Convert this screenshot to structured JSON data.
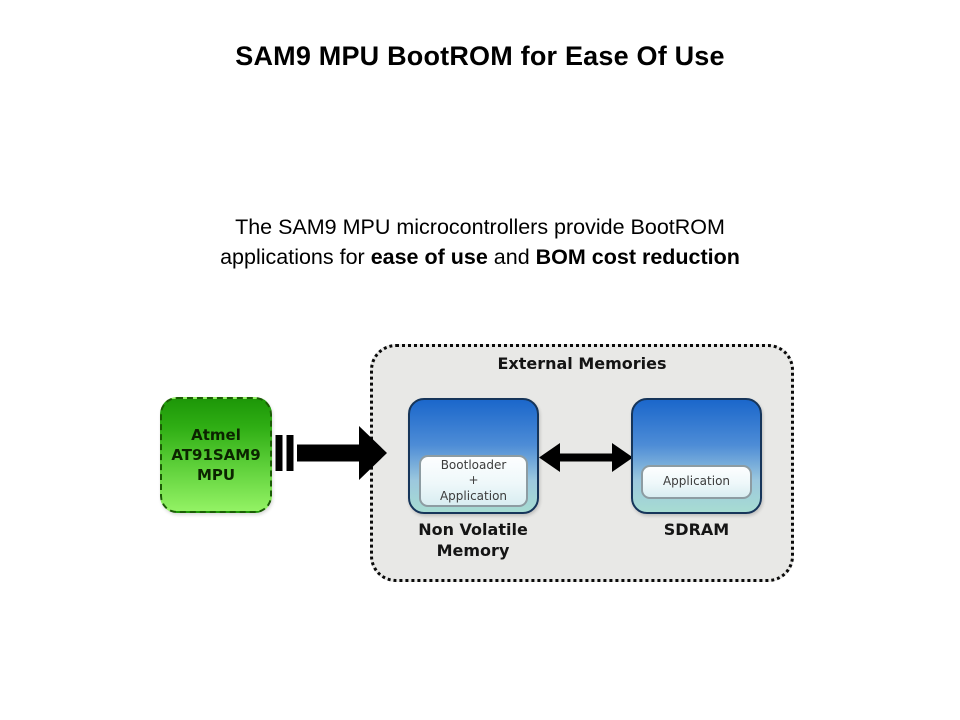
{
  "slide": {
    "title": "SAM9 MPU BootROM for Ease Of Use",
    "subtitle": {
      "line1": "The SAM9 MPU microcontrollers provide BootROM",
      "line2_prefix": "applications for ",
      "line2_bold1": "ease of use",
      "line2_middle": " and ",
      "line2_bold2": "BOM cost reduction"
    }
  },
  "diagram": {
    "mpu_box": {
      "lines": [
        "Atmel",
        "AT91SAM9",
        "MPU"
      ]
    },
    "connector_mpu_to_memories": "striped-right-arrow-icon",
    "external_memories": {
      "label": "External Memories",
      "nvm_box": {
        "inner_lines": [
          "Bootloader",
          "+",
          "Application"
        ],
        "caption": "Non Volatile Memory"
      },
      "connector_nvm_sdram": "double-headed-arrow-icon",
      "sdram_box": {
        "inner_label": "Application",
        "caption": "SDRAM"
      }
    },
    "colors": {
      "mpu_gradient_top": "#1d9708",
      "mpu_gradient_bottom": "#93f264",
      "mpu_border": "#1b5c05",
      "memory_gradient_top": "#1b67cb",
      "memory_gradient_bottom": "#a7dcd2",
      "memory_border": "#16355a",
      "inner_box_background": "#eef8fa",
      "container_background": "#e8e8e6",
      "arrow_color": "#000000",
      "text_color": "#000000"
    }
  }
}
